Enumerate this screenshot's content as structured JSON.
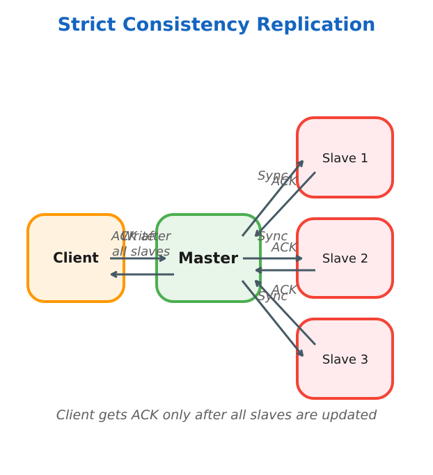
{
  "title": "Strict Consistency Replication",
  "caption": "Client gets ACK only after all slaves are updated",
  "nodes": {
    "client": {
      "label": "Client",
      "fill": "#fff3e0",
      "stroke": "#ff9800"
    },
    "master": {
      "label": "Master",
      "fill": "#e8f5e9",
      "stroke": "#4caf50"
    },
    "slave1": {
      "label": "Slave 1",
      "fill": "#ffebee",
      "stroke": "#f44336"
    },
    "slave2": {
      "label": "Slave 2",
      "fill": "#ffebee",
      "stroke": "#f44336"
    },
    "slave3": {
      "label": "Slave 3",
      "fill": "#ffebee",
      "stroke": "#f44336"
    }
  },
  "edges": {
    "write": "Write",
    "ack_after_line1": "ACK after",
    "ack_after_line2": "all slaves",
    "sync1": "Sync",
    "ack1": "ACK",
    "sync2": "Sync",
    "ack2": "ACK",
    "sync3": "Sync",
    "ack3": "ACK"
  },
  "colors": {
    "title": "#1565c0",
    "arrow": "#455a64",
    "label": "#5f5f5f"
  }
}
